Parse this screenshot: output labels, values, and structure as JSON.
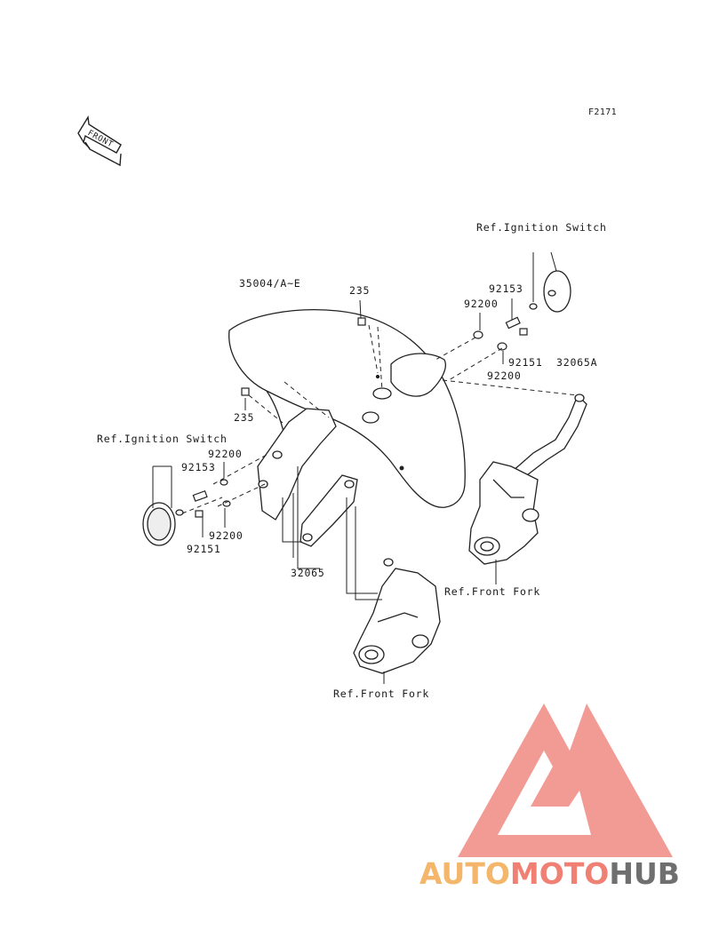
{
  "diagram": {
    "figure_code": "F2171",
    "front_arrow": "FRONT",
    "labels": {
      "ref_ignition_top": "Ref.Ignition Switch",
      "ref_ignition_left": "Ref.Ignition Switch",
      "ref_front_fork_right": "Ref.Front Fork",
      "ref_front_fork_bottom": "Ref.Front Fork",
      "part_35004": "35004/A~E",
      "part_235_top": "235",
      "part_235_left": "235",
      "part_92153_right": "92153",
      "part_92200_right_a": "92200",
      "part_92151_right": "92151",
      "part_92200_right_b": "92200",
      "part_32065A": "32065A",
      "part_92200_left_a": "92200",
      "part_92153_left": "92153",
      "part_92200_left_b": "92200",
      "part_92151_left": "92151",
      "part_32065": "32065"
    }
  },
  "watermark": {
    "text_auto": "AUTO",
    "text_moto": "MOTO",
    "text_hub": "HUB",
    "colors": {
      "auto": "#f4b66a",
      "moto": "#f07f74",
      "hub": "#6f6f6f",
      "triangle": "#f07f74"
    }
  }
}
